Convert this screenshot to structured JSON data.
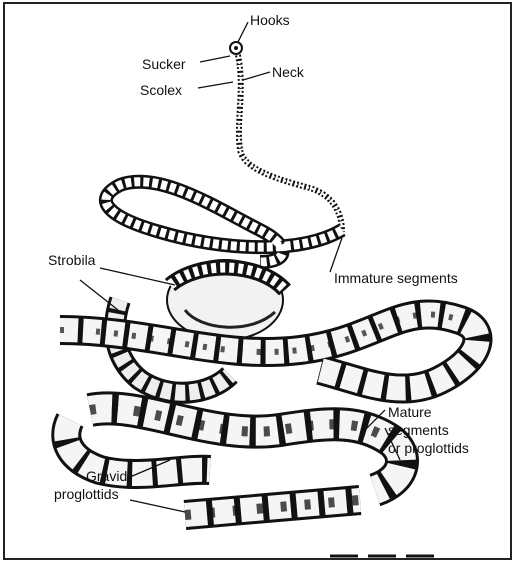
{
  "labels": {
    "hooks": "Hooks",
    "sucker": "Sucker",
    "neck": "Neck",
    "scolex": "Scolex",
    "strobila": "Strobila",
    "immature_segments": "Immature segments",
    "mature_line1": "Mature",
    "mature_line2": "segments",
    "mature_line3": "or proglottids",
    "gravid_line1": "Gravid",
    "gravid_line2": "proglottids"
  }
}
